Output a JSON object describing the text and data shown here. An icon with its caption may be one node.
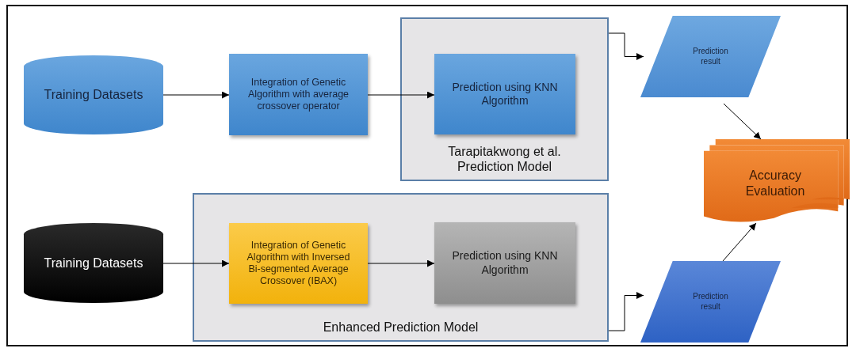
{
  "diagram": {
    "nodes": [
      {
        "text": [
          "Training Datasets"
        ]
      },
      {
        "text": [
          "Integration of Genetic Algorithm with average crossover operator"
        ]
      },
      {
        "text": [
          "Tarapitakwong et al. Prediction Model"
        ]
      },
      {
        "text": [
          "Prediction using KNN Algorithm"
        ],
        "in": 2
      },
      {
        "text": [
          "Prediction result"
        ]
      },
      {
        "text": [
          "Accuracy Evaluation"
        ]
      },
      {
        "text": [
          "Training Datasets"
        ]
      },
      {
        "text": [
          "Enhanced Prediction Model"
        ]
      },
      {
        "text": [
          "Integration of Genetic Algorithm with Inversed Bi-segmented Average Crossover (IBAX)"
        ],
        "in": 7
      },
      {
        "text": [
          "Prediction using KNN Algorithm"
        ],
        "in": 7
      },
      {
        "text": [
          "Prediction result"
        ]
      }
    ],
    "edges": [
      {
        "from": 0,
        "to": 1,
        "arrow": "to"
      },
      {
        "from": 1,
        "to": 3,
        "arrow": "to"
      },
      {
        "from": 2,
        "to": 4,
        "arrow": "to"
      },
      {
        "from": 4,
        "to": 5,
        "arrow": "to"
      },
      {
        "from": 6,
        "to": 8,
        "arrow": "to"
      },
      {
        "from": 8,
        "to": 9,
        "arrow": "to"
      },
      {
        "from": 7,
        "to": 10,
        "arrow": "to"
      },
      {
        "from": 10,
        "to": 5,
        "arrow": "to"
      }
    ]
  }
}
